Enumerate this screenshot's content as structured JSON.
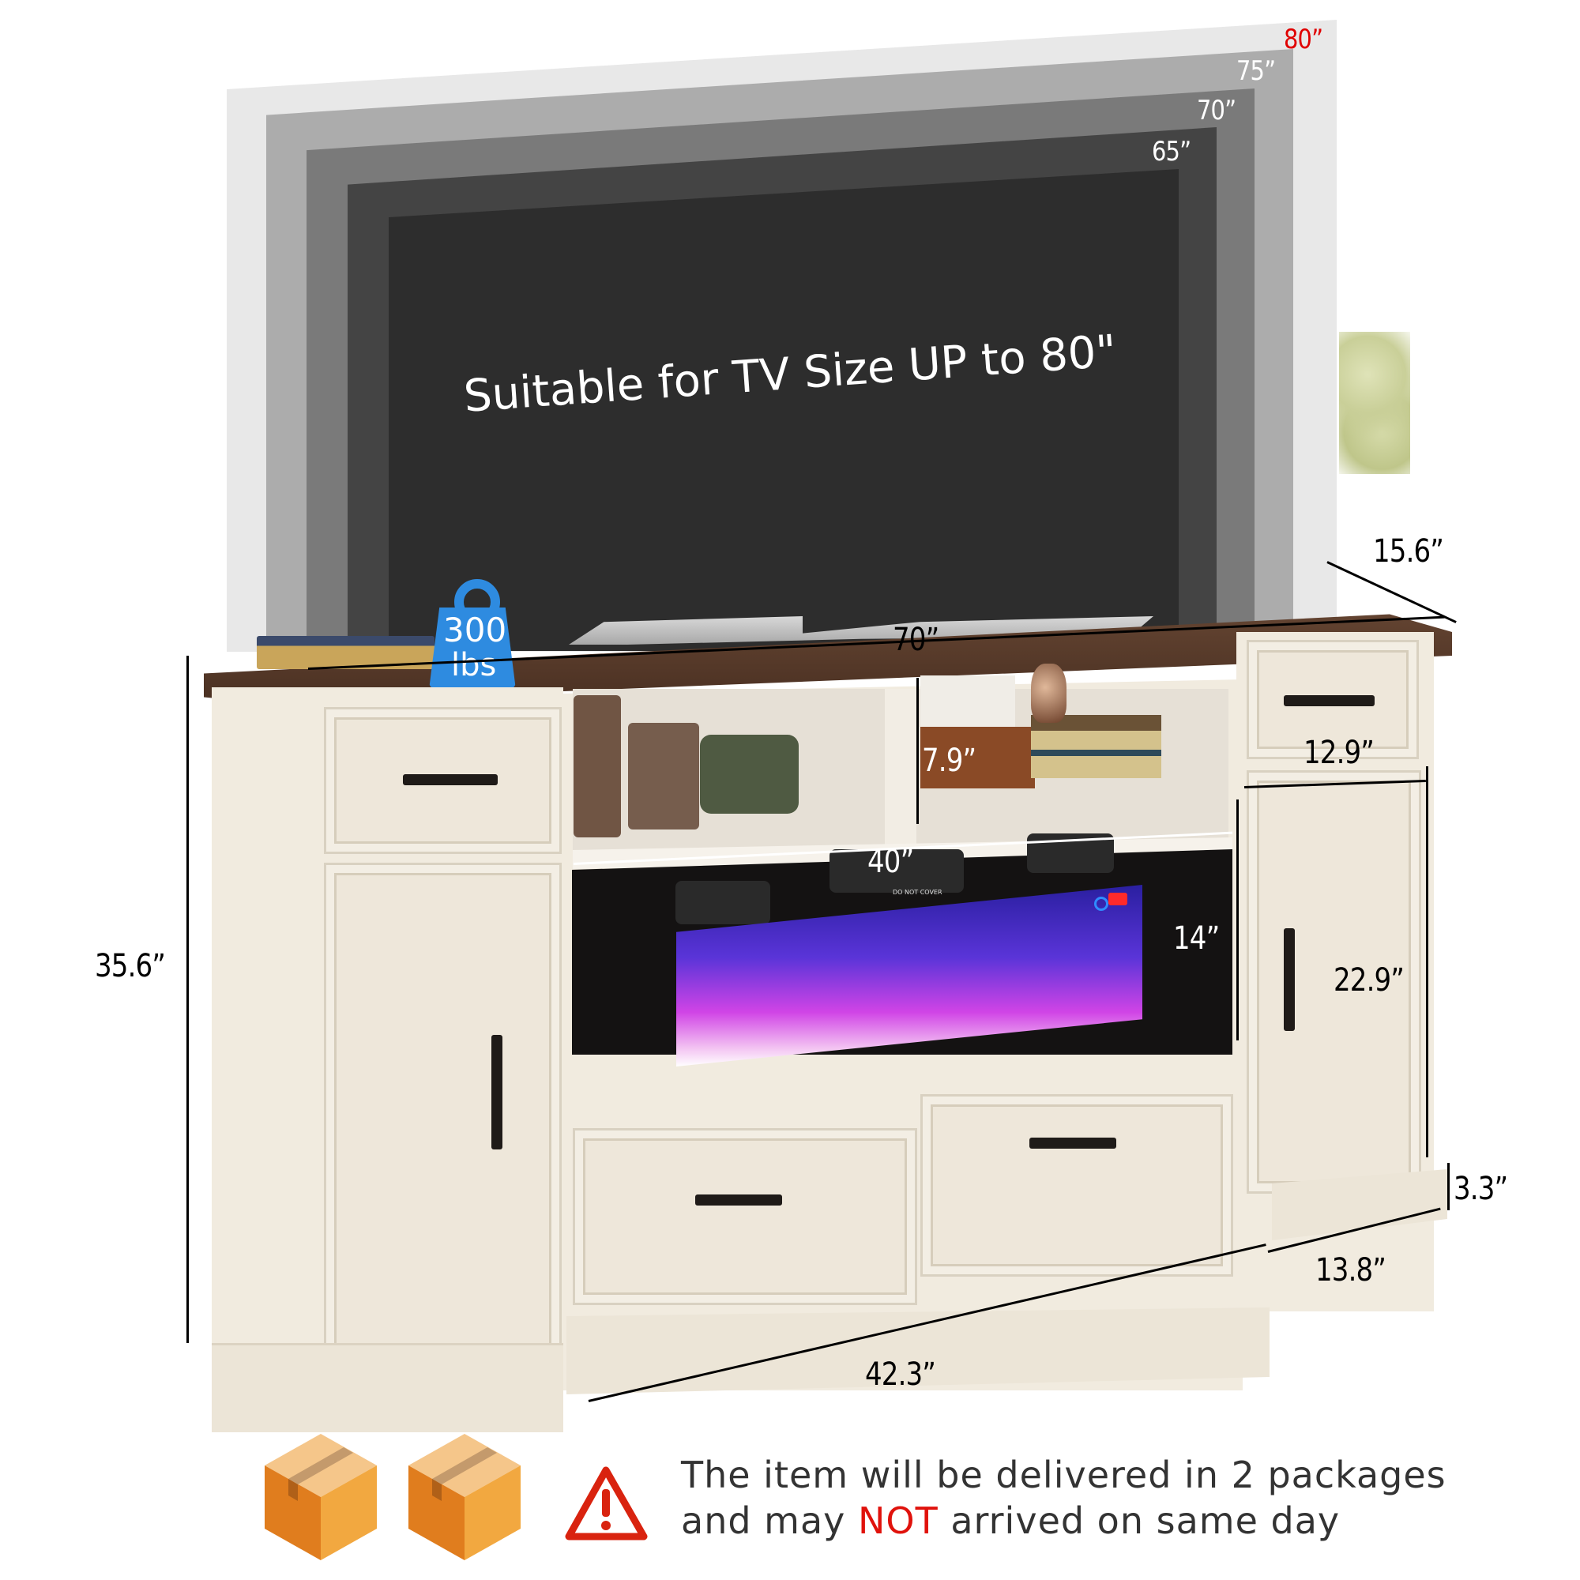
{
  "tv": {
    "headline": "Suitable for TV Size UP to 80\"",
    "sizes": [
      {
        "label": "80”",
        "color": "#e8e8e8",
        "label_color": "#e00000"
      },
      {
        "label": "75”",
        "color": "#acacac",
        "label_color": "#ffffff"
      },
      {
        "label": "70”",
        "color": "#7a7a7a",
        "label_color": "#ffffff"
      },
      {
        "label": "65”",
        "color": "#444444",
        "label_color": "#ffffff"
      }
    ],
    "screen_color": "#2d2d2d"
  },
  "weight_badge": {
    "value": "300",
    "unit": "lbs",
    "color": "#2e8be0"
  },
  "dimensions": {
    "top_width": "70”",
    "depth_top": "15.6”",
    "total_height": "35.6”",
    "shelf_height": "7.9”",
    "drawer_width": "12.9”",
    "fireplace_width": "40”",
    "fireplace_height": "14”",
    "cabinet_height": "22.9”",
    "base_height": "3.3”",
    "base_depth": "13.8”",
    "center_width": "42.3”"
  },
  "fireplace": {
    "label": "DO NOT COVER"
  },
  "notice": {
    "line1": "The item will be delivered in 2 packages",
    "line2_pre": "and may ",
    "line2_emph": "NOT",
    "line2_post": " arrived on same day",
    "emph_color": "#e0120c",
    "icon": "warning-triangle-icon",
    "packages": 2
  }
}
